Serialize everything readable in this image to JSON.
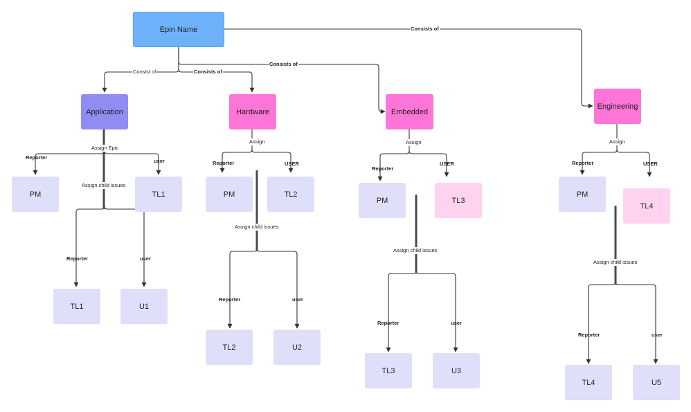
{
  "colors": {
    "root": "#6eb2fb",
    "application": "#8f8df2",
    "category": "#fd76d7",
    "highlight": "#ffd3f0",
    "leaf": "#dfdffa",
    "line": "#333333"
  },
  "nodes": {
    "root": "Epin Name",
    "application": "Application",
    "hardware": "Hardware",
    "embedded": "Embedded",
    "engineering": "Engineering",
    "app_pm": "PM",
    "app_tl1": "TL1",
    "app_child_tl1": "TL1",
    "app_child_u1": "U1",
    "hw_pm": "PM",
    "hw_tl2": "TL2",
    "hw_child_tl2": "TL2",
    "hw_child_u2": "U2",
    "emb_pm": "PM",
    "emb_tl3": "TL3",
    "emb_child_tl3": "TL3",
    "emb_child_u3": "U3",
    "eng_pm": "PM",
    "eng_tl4": "TL4",
    "eng_child_tl4": "TL4",
    "eng_child_u5": "U5"
  },
  "edge_labels": {
    "root_to_application": "Consist of",
    "root_to_hardware": "Consists of",
    "root_to_embedded": "Consists of",
    "root_to_engineering": "Consists of",
    "app_assign": "Assign Epic",
    "app_reporter": "Reporter",
    "app_user": "user",
    "app_child_issues": "Assign child issues",
    "app_child_reporter": "Reporter",
    "app_child_user": "user",
    "hw_assign": "Assign",
    "hw_reporter": "Reporter",
    "hw_user": "USER",
    "hw_child_issues": "Assign child issues",
    "hw_child_reporter": "Reporter",
    "hw_child_user": "user",
    "emb_assign": "Assign",
    "emb_reporter": "Reporter",
    "emb_user": "USER",
    "emb_child_issues": "Assign child issues",
    "emb_child_reporter": "Reporter",
    "emb_child_user": "user",
    "eng_assign": "Assign",
    "eng_reporter": "Reporter",
    "eng_user": "USER",
    "eng_child_issues": "Assign child issues",
    "eng_child_reporter": "Reporter",
    "eng_child_user": "user"
  }
}
